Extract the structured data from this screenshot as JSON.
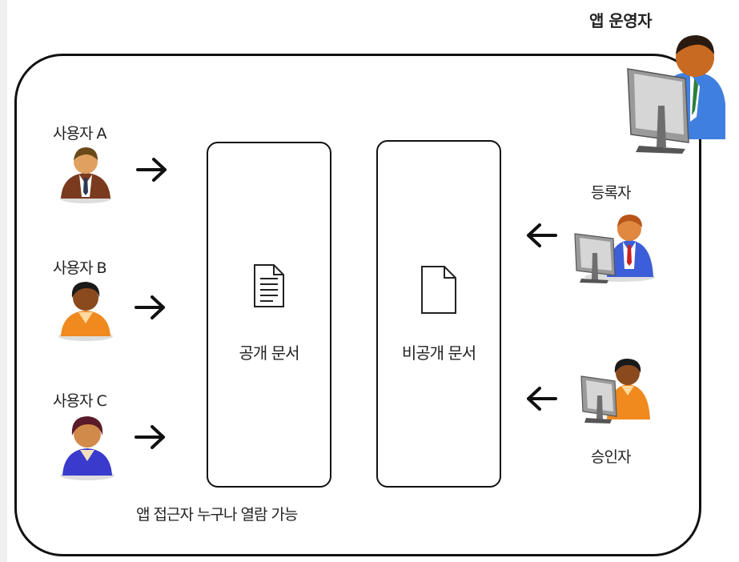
{
  "operator": {
    "label": "앱 운영자"
  },
  "users": [
    {
      "label": "사용자 A"
    },
    {
      "label": "사용자 B"
    },
    {
      "label": "사용자 C"
    }
  ],
  "registrant": {
    "label": "등록자"
  },
  "approver": {
    "label": "승인자"
  },
  "public_doc": {
    "label": "공개 문서"
  },
  "private_doc": {
    "label": "비공개 문서"
  },
  "caption": "앱 접근자 누구나 열람 가능",
  "colors": {
    "frame": "#111111",
    "user_a_suit": "#7a3a1e",
    "user_b_shirt": "#f08a1e",
    "user_c_shirt": "#3a3acc",
    "registrant_suit": "#3c5ed8",
    "operator_suit": "#3f7fe0",
    "approver_shirt": "#f08a1e"
  }
}
